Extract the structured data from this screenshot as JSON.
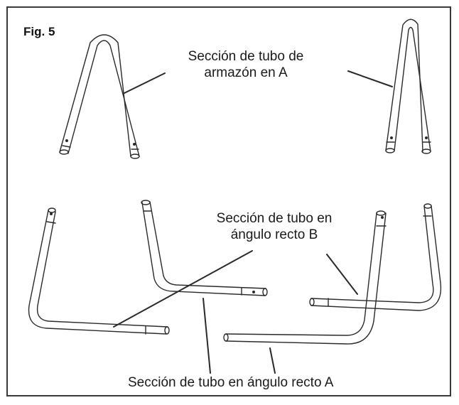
{
  "figure": {
    "label": "Fig. 5"
  },
  "callouts": {
    "frame_a": {
      "line1": "Sección de tubo de",
      "line2": "armazón en A"
    },
    "right_angle_b": {
      "line1": "Sección de tubo en",
      "line2": "ángulo recto B"
    },
    "right_angle_a": "Sección de tubo en ángulo recto A"
  },
  "colors": {
    "stroke": "#2a2a2a",
    "frame_border": "#3a3a3a"
  }
}
